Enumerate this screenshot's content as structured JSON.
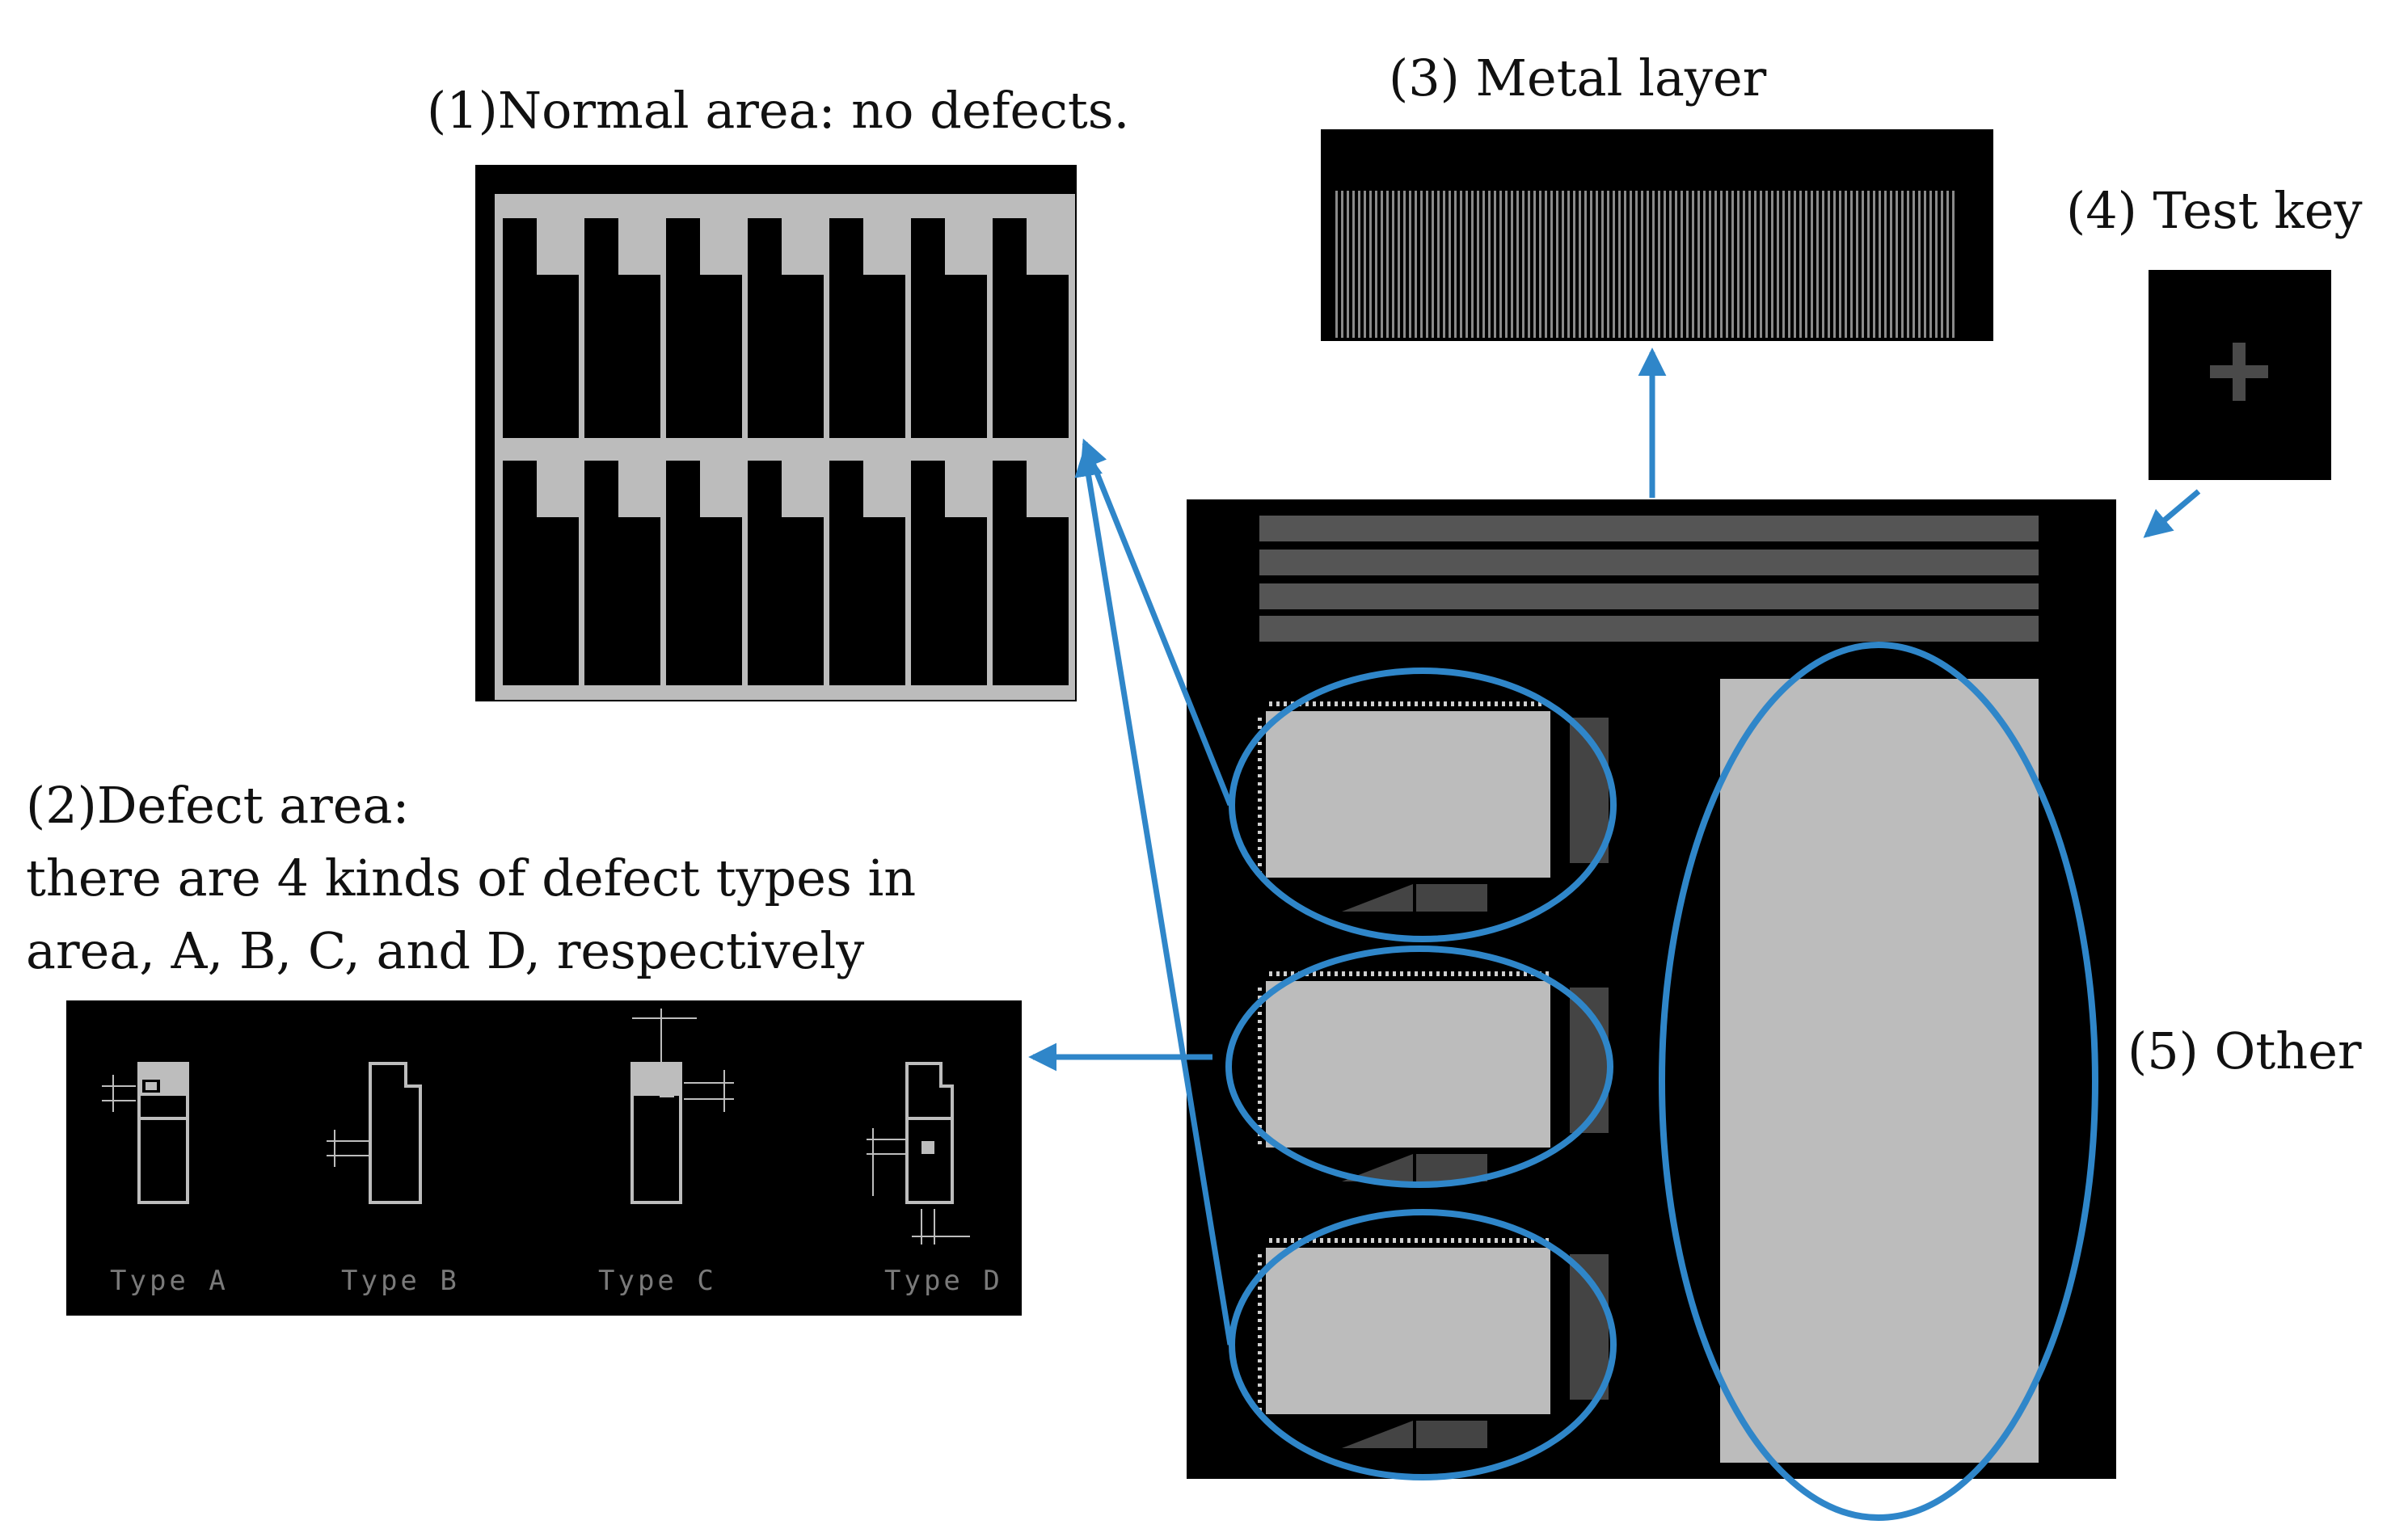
{
  "labels": {
    "normal_area": "(1)Normal  area: no defects.",
    "metal_layer": "(3) Metal layer",
    "test_key": "(4) Test key",
    "defect_area_line1": "(2)Defect area:",
    "defect_area_line2": "there are 4 kinds  of defect types  in",
    "defect_area_line3": "area, A, B, C, and D,  respectively",
    "other": "(5) Other"
  },
  "defect_types": [
    "Type A",
    "Type B",
    "Type C",
    "Type D"
  ],
  "test_key_symbol": "+",
  "colors": {
    "arrow": "#2f86c9",
    "panel_bg": "#000000",
    "cell_gray": "#bcbcbc",
    "metal_line": "#8a8a8a",
    "bar_gray": "#555555",
    "plus_gray": "#4a4a4a"
  }
}
